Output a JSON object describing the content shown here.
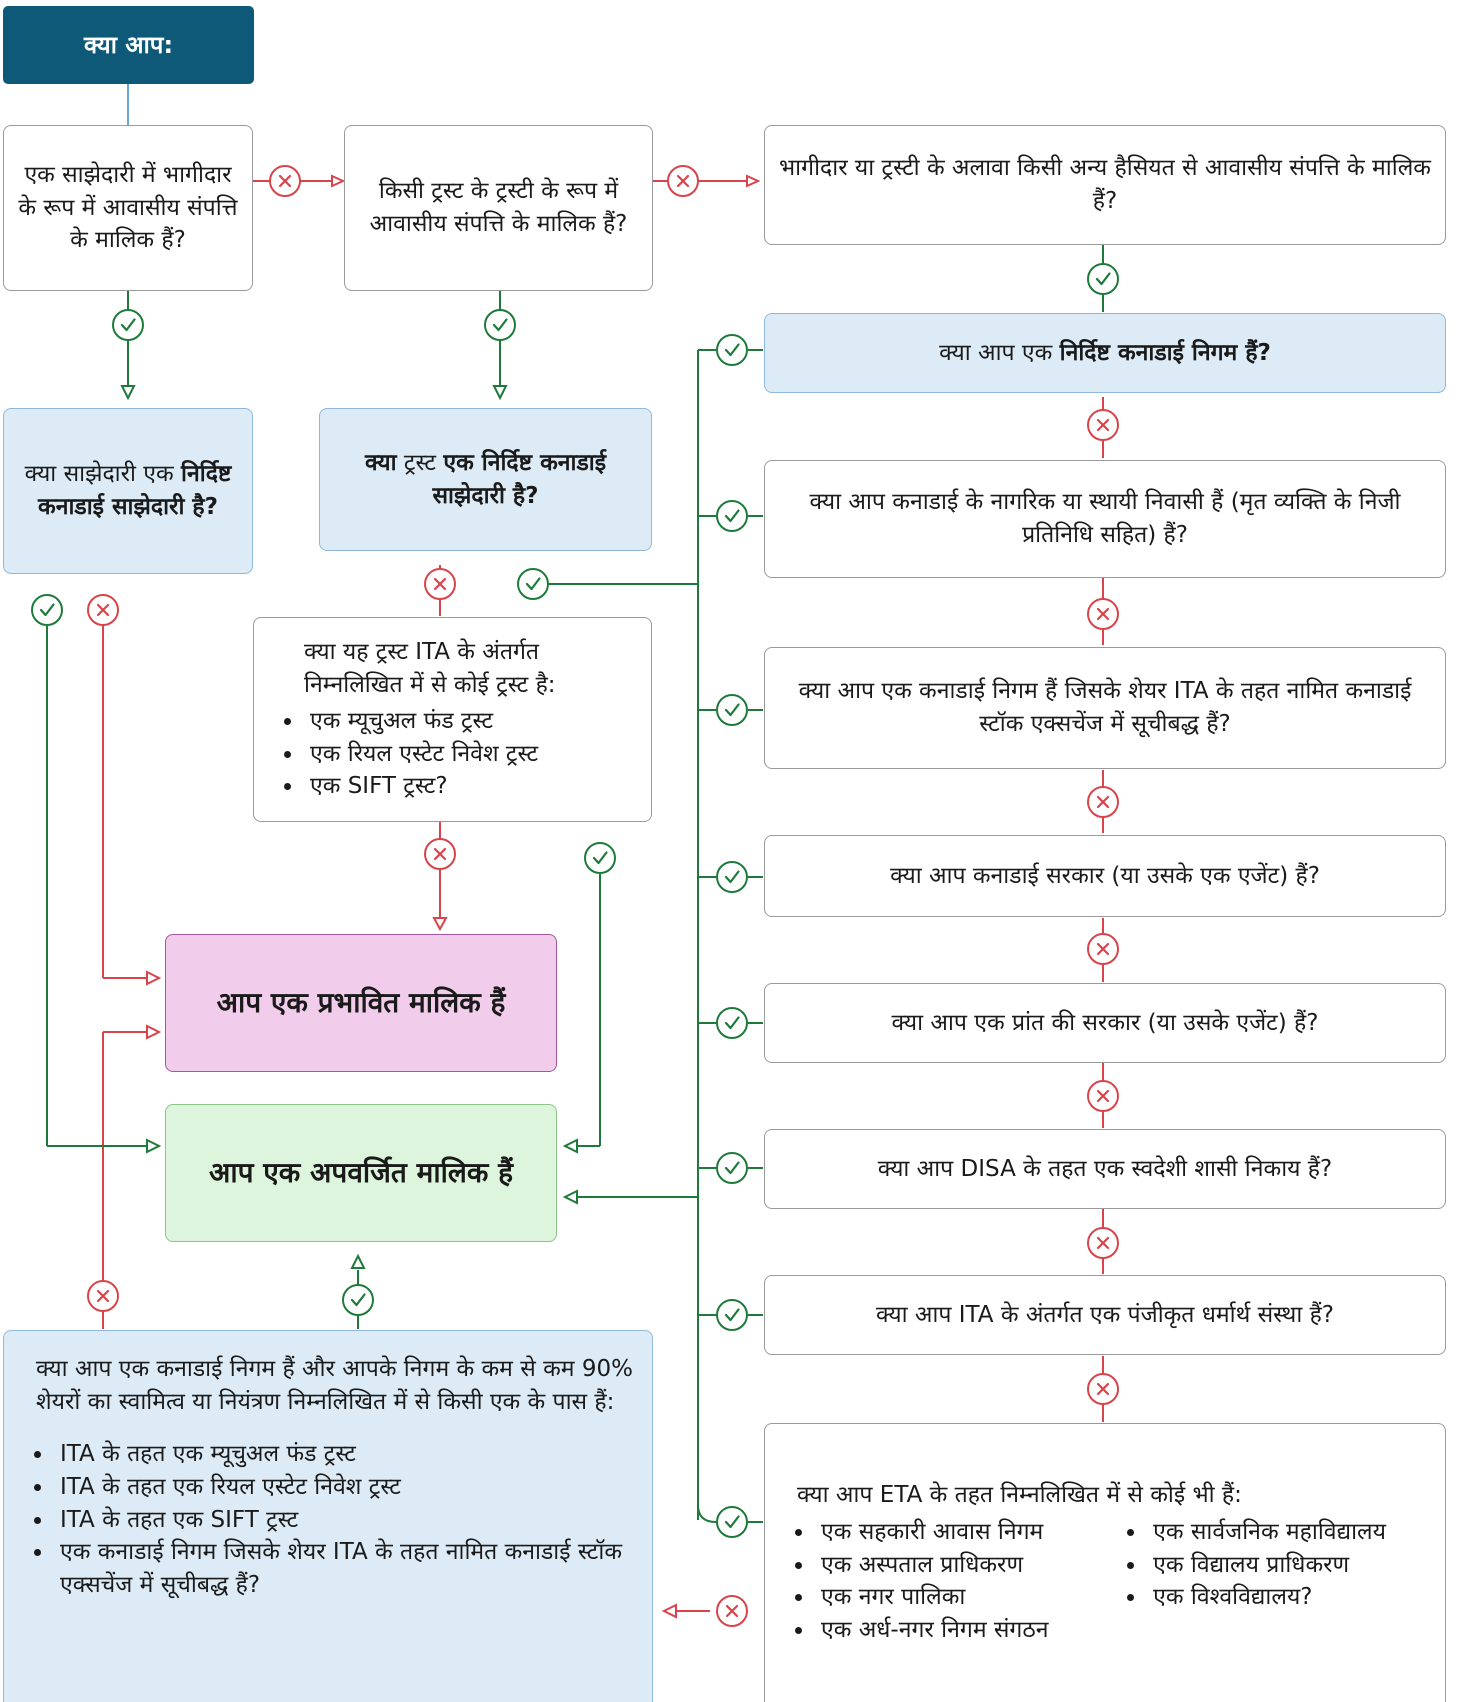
{
  "start": "क्या आप:",
  "q_partner": "एक साझेदारी में भागीदार के रूप में आवासीय संपत्ति के मालिक हैं?",
  "q_trustee": "किसी ट्रस्ट के ट्रस्टी के रूप में आवासीय संपत्ति के मालिक हैं?",
  "q_other": "भागीदार या ट्रस्टी के अलावा किसी अन्य हैसियत से आवासीय संपत्ति के मालिक हैं?",
  "q_partnership": {
    "pre": "क्या साझेदारी एक",
    "bold": "निर्दिष्ट कनाडाई साझेदारी है?"
  },
  "q_trust_partnership": {
    "b1": "क्या",
    "t1": " ट्रस्ट ",
    "b2": "एक निर्दिष्ट कनाडाई साझेदारी है?"
  },
  "q_trust_type": {
    "intro": "क्या यह ट्रस्ट ITA के अंतर्गत निम्नलिखित में से कोई ट्रस्ट है:",
    "items": [
      "एक म्यूचुअल फंड ट्रस्ट",
      "एक रियल एस्टेट निवेश ट्रस्ट",
      "एक SIFT ट्रस्ट?"
    ]
  },
  "q_corp": {
    "pre": "क्या आप एक ",
    "bold": "निर्दिष्ट कनाडाई निगम हैं?"
  },
  "q_citizen": "क्या आप कनाडाई के नागरिक या स्थायी निवासी हैं (मृत व्यक्ति के निजी प्रतिनिधि सहित) हैं?",
  "q_listed": "क्या आप एक कनाडाई निगम हैं जिसके शेयर ITA के तहत नामित कनाडाई स्टॉक एक्सचेंज में सूचीबद्ध हैं?",
  "q_govt": "क्या आप कनाडाई सरकार (या उसके एक एजेंट) हैं?",
  "q_province": "क्या आप एक प्रांत की सरकार (या उसके एजेंट) हैं?",
  "q_disa": "क्या आप DISA के तहत एक स्वदेशी शासी निकाय हैं?",
  "q_charity": "क्या आप ITA के अंतर्गत एक पंजीकृत धर्मार्थ संस्था हैं?",
  "q_eta": {
    "intro": "क्या आप ETA के तहत निम्नलिखित में से कोई भी हैं:",
    "col1": [
      "एक सहकारी आवास निगम",
      "एक अस्पताल प्राधिकरण",
      "एक नगर पालिका",
      "एक अर्ध-नगर निगम संगठन"
    ],
    "col2": [
      "एक सार्वजनिक महाविद्यालय",
      "एक विद्यालय प्राधिकरण",
      "एक विश्वविद्यालय?"
    ]
  },
  "q_90": {
    "intro": "क्या आप एक कनाडाई निगम हैं और आपके निगम के कम से कम 90% शेयरों का स्वामित्व या नियंत्रण निम्नलिखित में से किसी एक के पास हैं:",
    "items": [
      "ITA के तहत एक म्यूचुअल फंड ट्रस्ट",
      "ITA के तहत एक रियल एस्टेट निवेश ट्रस्ट",
      "ITA के तहत एक SIFT ट्रस्ट",
      "एक कनाडाई निगम जिसके शेयर ITA के तहत नामित कनाडाई स्टॉक एक्सचेंज में सूचीबद्ध हैं?"
    ]
  },
  "affected": "आप एक प्रभावित मालिक हैं",
  "excluded": "आप एक अपवर्जित मालिक हैं",
  "colors": {
    "yes": "#1e7a3a",
    "no": "#d9434a",
    "start": "#0e5878",
    "start_line": "#6aa6d6"
  }
}
